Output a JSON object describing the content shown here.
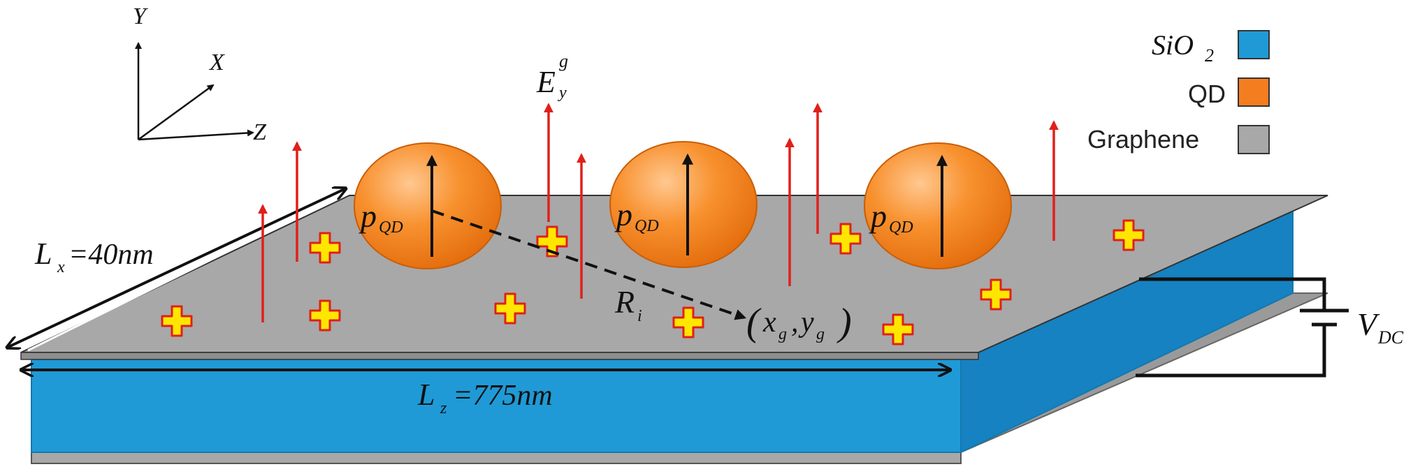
{
  "axes": {
    "y": "Y",
    "x": "X",
    "z": "Z"
  },
  "field_label": {
    "main": "E",
    "sub": "y",
    "sup": "g"
  },
  "dipole_label": {
    "main": "p",
    "sub": "QD"
  },
  "distance_label": {
    "main": "R",
    "sub": "i"
  },
  "point_label": {
    "open": "(",
    "x": "x",
    "xsub": "g",
    "comma": ",",
    "y": "y",
    "ysub": "g",
    "close": ")"
  },
  "lx_label": {
    "main": "L",
    "sub": "x",
    "value": "=40nm"
  },
  "lz_label": {
    "main": "L",
    "sub": "z",
    "value": "=775nm"
  },
  "voltage_label": {
    "main": "V",
    "sub": "DC"
  },
  "legend": [
    {
      "label": "SiO",
      "sub": "2",
      "color": "#1f9ad6"
    },
    {
      "label": "QD",
      "color": "#f47e1f"
    },
    {
      "label": "Graphene",
      "color": "#a8a8a8"
    }
  ],
  "colors": {
    "field_arrow": "#e0201a",
    "charge_fill": "#ffe600",
    "charge_stroke": "#e0201a",
    "graphene": "#a8a8a8",
    "substrate": "#1f9ad6"
  }
}
